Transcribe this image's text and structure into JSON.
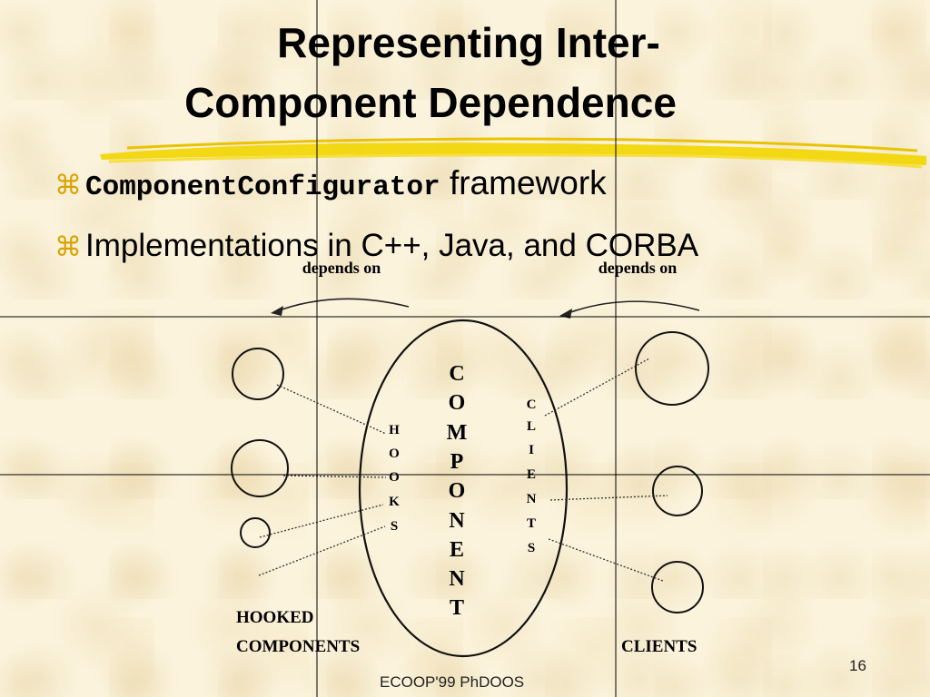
{
  "title_line1": "Representing Inter-",
  "title_line2": "Component Dependence",
  "bullets": {
    "b1_mono": "ComponentConfigurator",
    "b1_text": " framework",
    "b2_text": "Implementations in C++, Java, and CORBA"
  },
  "bullet_symbol": "⌘",
  "diagram": {
    "depends_left": "depends on",
    "depends_right": "depends on",
    "center_letters": [
      "C",
      "O",
      "M",
      "P",
      "O",
      "N",
      "E",
      "N",
      "T"
    ],
    "hooks_letters": [
      "H",
      "O",
      "O",
      "K",
      "S"
    ],
    "clients_letters": [
      "C",
      "L",
      "I",
      "E",
      "N",
      "T",
      "S"
    ],
    "hooked_line1": "HOOKED",
    "hooked_line2": "COMPONENTS",
    "clients_label": "CLIENTS"
  },
  "footer": "ECOOP'99 PhDOOS",
  "page_number": "16",
  "colors": {
    "background": "#fbf3dc",
    "highlight": "#f2d500",
    "bullet": "#d9a300"
  }
}
